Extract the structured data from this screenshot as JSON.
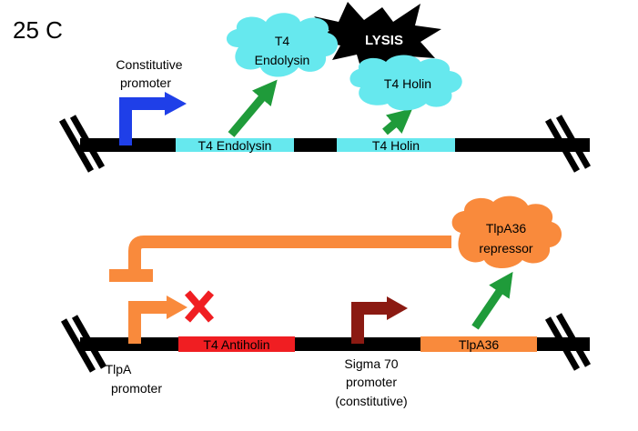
{
  "temperature_label": "25 C",
  "top_circuit": {
    "promoter_label": [
      "Constitutive",
      "promoter"
    ],
    "genes": [
      {
        "label": "T4 Endolysin",
        "color": "#66e8ee"
      },
      {
        "label": "T4 Holin",
        "color": "#66e8ee"
      }
    ],
    "products": [
      {
        "lines": [
          "T4",
          "Endolysin"
        ],
        "color": "#66e8ee"
      },
      {
        "lines": [
          "T4 Holin"
        ],
        "color": "#66e8ee"
      }
    ],
    "outcome": {
      "label": "LYSIS",
      "color": "#000000"
    },
    "promoter_color": "#1f3fe8"
  },
  "bottom_circuit": {
    "tlpa_promoter_label": [
      "TlpA",
      "promoter"
    ],
    "sigma_promoter_label": [
      "Sigma 70",
      "promoter",
      "(constitutive)"
    ],
    "genes": [
      {
        "label": "T4 Antiholin",
        "color": "#f01e22"
      },
      {
        "label": "TlpA36",
        "color": "#f98a3c"
      }
    ],
    "repressor": {
      "lines": [
        "TlpA36",
        "repressor"
      ],
      "color": "#f98a3c"
    },
    "tlpa_promoter_color": "#f98a3c",
    "sigma_promoter_color": "#8b1a12",
    "block_mark_color": "#f01e22"
  },
  "colors": {
    "dna": "#000000",
    "production_arrow": "#1f9b3a"
  }
}
